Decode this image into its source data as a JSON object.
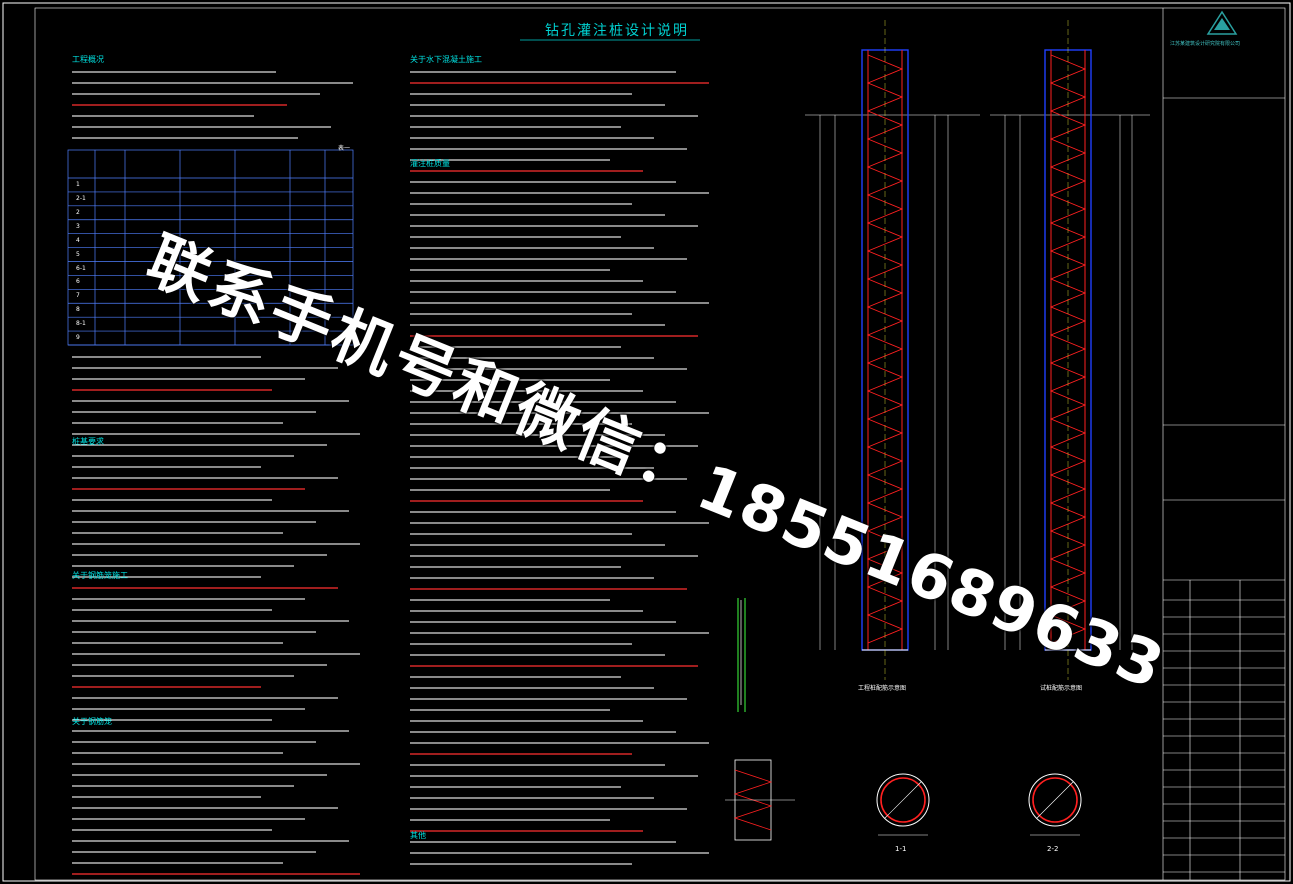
{
  "drawing": {
    "title": "钻孔灌注桩设计说明",
    "headings": [
      {
        "key": "h1",
        "text": "工程概况"
      },
      {
        "key": "h2",
        "text": "桩基要求"
      },
      {
        "key": "h3",
        "text": "关于钢筋笼施工"
      },
      {
        "key": "h4",
        "text": "关于钢筋笼"
      },
      {
        "key": "h5",
        "text": "关于水下混凝土施工"
      },
      {
        "key": "h6",
        "text": "灌注桩质量"
      },
      {
        "key": "h7",
        "text": "其他"
      }
    ],
    "section_labels": [
      "1-1",
      "2-2"
    ],
    "elevation_captions": [
      "工程桩配筋示意图",
      "试桩配筋示意图"
    ]
  },
  "table": {
    "header_note": "表一",
    "rows": [
      "1",
      "2-1",
      "2",
      "3",
      "4",
      "5",
      "6-1",
      "6",
      "7",
      "8",
      "8-1",
      "9"
    ]
  },
  "watermark": {
    "line1": "联系手机号和微信：",
    "line2": "18551689633"
  },
  "title_block": {
    "company": "江苏某建筑设计研究院有限公司"
  },
  "colors": {
    "background": "#000000",
    "line": "#ffffff",
    "text_cyan": "#00e0e0",
    "red": "#ff2020",
    "blue": "#2040ff",
    "magenta": "#d040ff",
    "yellow": "#ffff40",
    "green": "#40ff40"
  }
}
